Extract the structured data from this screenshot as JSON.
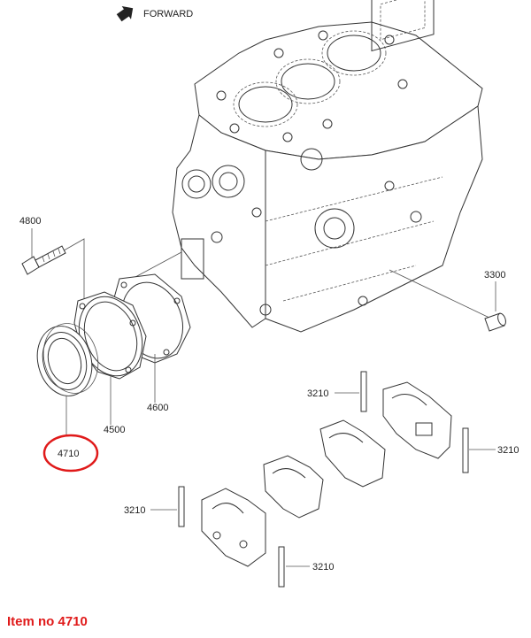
{
  "direction_label": "FORWARD",
  "direction_icon": "forward-arrow-icon",
  "highlight_color": "#e01a1a",
  "caption": "Item no 4710",
  "callouts": {
    "bolt": "4800",
    "gasket_outer": "4600",
    "plate": "4500",
    "oil_seal": "4710",
    "dowel_pin": "3300",
    "pin_top": "3210",
    "pin_right": "3210",
    "pin_left": "3210",
    "pin_bottom": "3210"
  }
}
